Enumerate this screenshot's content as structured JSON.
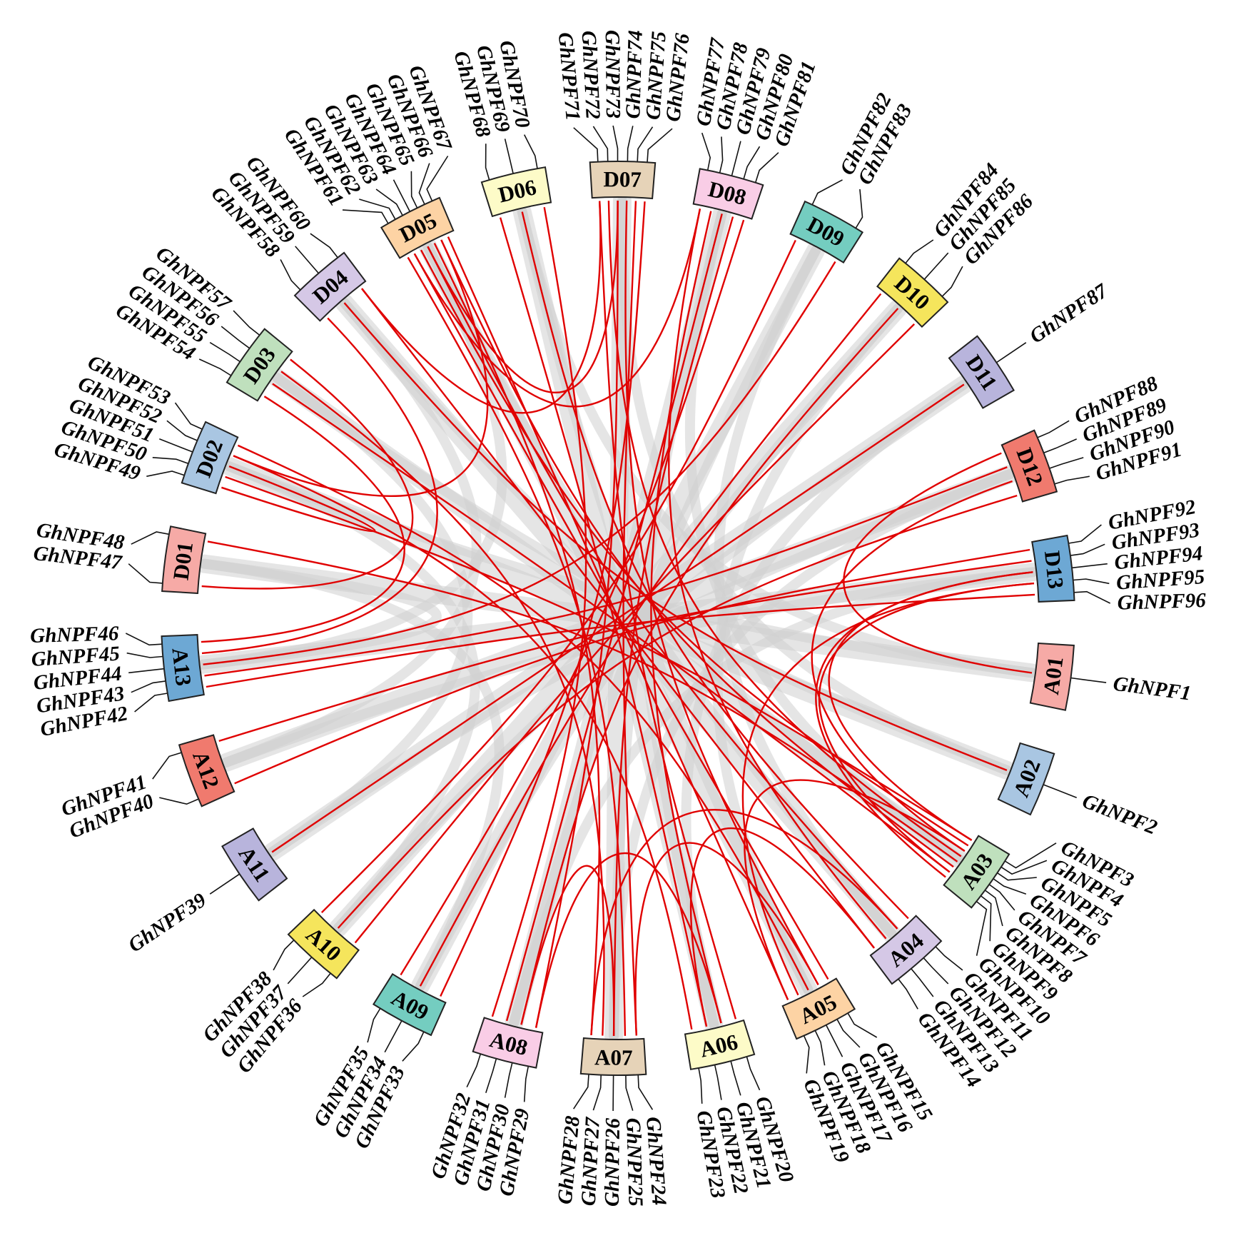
{
  "chromosomes": [
    {
      "id": "A01",
      "color": "#f6aaa6",
      "genes": [
        "GhNPF1"
      ]
    },
    {
      "id": "A02",
      "color": "#a9c6e2",
      "genes": [
        "GhNPF2"
      ]
    },
    {
      "id": "A03",
      "color": "#bfe0bd",
      "genes": [
        "GhNPF3",
        "GhNPF4",
        "GhNPF5",
        "GhNPF6",
        "GhNPF7",
        "GhNPF8",
        "GhNPF9",
        "GhNPF10"
      ]
    },
    {
      "id": "A04",
      "color": "#d5c8e6",
      "genes": [
        "GhNPF11",
        "GhNPF12",
        "GhNPF13",
        "GhNPF14"
      ]
    },
    {
      "id": "A05",
      "color": "#fdd3a4",
      "genes": [
        "GhNPF15",
        "GhNPF16",
        "GhNPF17",
        "GhNPF18",
        "GhNPF19"
      ]
    },
    {
      "id": "A06",
      "color": "#fdfbc8",
      "genes": [
        "GhNPF20",
        "GhNPF21",
        "GhNPF22",
        "GhNPF23"
      ]
    },
    {
      "id": "A07",
      "color": "#e6d3b8",
      "genes": [
        "GhNPF24",
        "GhNPF25",
        "GhNPF26",
        "GhNPF27",
        "GhNPF28"
      ]
    },
    {
      "id": "A08",
      "color": "#f9cde6",
      "genes": [
        "GhNPF29",
        "GhNPF30",
        "GhNPF31",
        "GhNPF32"
      ]
    },
    {
      "id": "A09",
      "color": "#74cdc0",
      "genes": [
        "GhNPF33",
        "GhNPF34",
        "GhNPF35"
      ]
    },
    {
      "id": "A10",
      "color": "#f5e55c",
      "genes": [
        "GhNPF36",
        "GhNPF37",
        "GhNPF38"
      ]
    },
    {
      "id": "A11",
      "color": "#b8b4dc",
      "genes": [
        "GhNPF39"
      ]
    },
    {
      "id": "A12",
      "color": "#f07a6e",
      "genes": [
        "GhNPF40",
        "GhNPF41"
      ]
    },
    {
      "id": "A13",
      "color": "#6da8d4",
      "genes": [
        "GhNPF42",
        "GhNPF43",
        "GhNPF44",
        "GhNPF45",
        "GhNPF46"
      ]
    },
    {
      "id": "D01",
      "color": "#f6aaa6",
      "genes": [
        "GhNPF47",
        "GhNPF48"
      ]
    },
    {
      "id": "D02",
      "color": "#a9c6e2",
      "genes": [
        "GhNPF49",
        "GhNPF50",
        "GhNPF51",
        "GhNPF52",
        "GhNPF53"
      ]
    },
    {
      "id": "D03",
      "color": "#bfe0bd",
      "genes": [
        "GhNPF54",
        "GhNPF55",
        "GhNPF56",
        "GhNPF57"
      ]
    },
    {
      "id": "D04",
      "color": "#d5c8e6",
      "genes": [
        "GhNPF58",
        "GhNPF59",
        "GhNPF60"
      ]
    },
    {
      "id": "D05",
      "color": "#fdd3a4",
      "genes": [
        "GhNPF61",
        "GhNPF62",
        "GhNPF63",
        "GhNPF64",
        "GhNPF65",
        "GhNPF66",
        "GhNPF67"
      ]
    },
    {
      "id": "D06",
      "color": "#fdfbc8",
      "genes": [
        "GhNPF68",
        "GhNPF69",
        "GhNPF70"
      ]
    },
    {
      "id": "D07",
      "color": "#e6d3b8",
      "genes": [
        "GhNPF71",
        "GhNPF72",
        "GhNPF73",
        "GhNPF74",
        "GhNPF75",
        "GhNPF76"
      ]
    },
    {
      "id": "D08",
      "color": "#f9cde6",
      "genes": [
        "GhNPF77",
        "GhNPF78",
        "GhNPF79",
        "GhNPF80",
        "GhNPF81"
      ]
    },
    {
      "id": "D09",
      "color": "#74cdc0",
      "genes": [
        "GhNPF82",
        "GhNPF83"
      ]
    },
    {
      "id": "D10",
      "color": "#f5e55c",
      "genes": [
        "GhNPF84",
        "GhNPF85",
        "GhNPF86"
      ]
    },
    {
      "id": "D11",
      "color": "#b8b4dc",
      "genes": [
        "GhNPF87"
      ]
    },
    {
      "id": "D12",
      "color": "#f07a6e",
      "genes": [
        "GhNPF88",
        "GhNPF89",
        "GhNPF90",
        "GhNPF91"
      ]
    },
    {
      "id": "D13",
      "color": "#6da8d4",
      "genes": [
        "GhNPF92",
        "GhNPF93",
        "GhNPF94",
        "GhNPF95",
        "GhNPF96"
      ]
    }
  ],
  "link_colors": {
    "duplicated_pairs": "#e00000",
    "background_synteny": "#d0d0d0"
  },
  "duplicated_pairs": [
    [
      "GhNPF1",
      "GhNPF88"
    ],
    [
      "GhNPF2",
      "GhNPF59"
    ],
    [
      "GhNPF3",
      "GhNPF50"
    ],
    [
      "GhNPF4",
      "GhNPF63"
    ],
    [
      "GhNPF5",
      "GhNPF90"
    ],
    [
      "GhNPF6",
      "GhNPF72"
    ],
    [
      "GhNPF7",
      "GhNPF48"
    ],
    [
      "GhNPF8",
      "GhNPF66"
    ],
    [
      "GhNPF9",
      "GhNPF55"
    ],
    [
      "GhNPF10",
      "GhNPF94"
    ],
    [
      "GhNPF11",
      "GhNPF69"
    ],
    [
      "GhNPF12",
      "GhNPF64"
    ],
    [
      "GhNPF13",
      "GhNPF77"
    ],
    [
      "GhNPF14",
      "GhNPF60"
    ],
    [
      "GhNPF15",
      "GhNPF62"
    ],
    [
      "GhNPF16",
      "GhNPF74"
    ],
    [
      "GhNPF17",
      "GhNPF53"
    ],
    [
      "GhNPF18",
      "GhNPF95"
    ],
    [
      "GhNPF19",
      "GhNPF67"
    ],
    [
      "GhNPF20",
      "GhNPF71"
    ],
    [
      "GhNPF21",
      "GhNPF78"
    ],
    [
      "GhNPF22",
      "GhNPF68"
    ],
    [
      "GhNPF23",
      "GhNPF52"
    ],
    [
      "GhNPF24",
      "GhNPF75"
    ],
    [
      "GhNPF25",
      "GhNPF61"
    ],
    [
      "GhNPF26",
      "GhNPF80"
    ],
    [
      "GhNPF27",
      "GhNPF56"
    ],
    [
      "GhNPF28",
      "GhNPF65"
    ],
    [
      "GhNPF29",
      "GhNPF73"
    ],
    [
      "GhNPF30",
      "GhNPF85"
    ],
    [
      "GhNPF31",
      "GhNPF79"
    ],
    [
      "GhNPF32",
      "GhNPF70"
    ],
    [
      "GhNPF33",
      "GhNPF76"
    ],
    [
      "GhNPF34",
      "GhNPF84"
    ],
    [
      "GhNPF35",
      "GhNPF81"
    ],
    [
      "GhNPF36",
      "GhNPF86"
    ],
    [
      "GhNPF37",
      "GhNPF91"
    ],
    [
      "GhNPF38",
      "GhNPF82"
    ],
    [
      "GhNPF39",
      "GhNPF87"
    ],
    [
      "GhNPF40",
      "GhNPF92"
    ],
    [
      "GhNPF41",
      "GhNPF93"
    ],
    [
      "GhNPF42",
      "GhNPF96"
    ],
    [
      "GhNPF43",
      "GhNPF89"
    ],
    [
      "GhNPF44",
      "GhNPF83"
    ],
    [
      "GhNPF45",
      "GhNPF58"
    ],
    [
      "GhNPF46",
      "GhNPF54"
    ],
    [
      "GhNPF47",
      "GhNPF57"
    ],
    [
      "GhNPF49",
      "GhNPF51"
    ],
    [
      "GhNPF5",
      "GhNPF19"
    ],
    [
      "GhNPF12",
      "GhNPF28"
    ],
    [
      "GhNPF16",
      "GhNPF24"
    ],
    [
      "GhNPF26",
      "GhNPF30"
    ],
    [
      "GhNPF62",
      "GhNPF77"
    ],
    [
      "GhNPF64",
      "GhNPF73"
    ],
    [
      "GhNPF52",
      "GhNPF66"
    ],
    [
      "GhNPF60",
      "GhNPF71"
    ],
    [
      "GhNPF3",
      "GhNPF94"
    ],
    [
      "GhNPF9",
      "GhNPF95"
    ],
    [
      "GhNPF21",
      "GhNPF29"
    ],
    [
      "GhNPF14",
      "GhNPF22"
    ]
  ]
}
